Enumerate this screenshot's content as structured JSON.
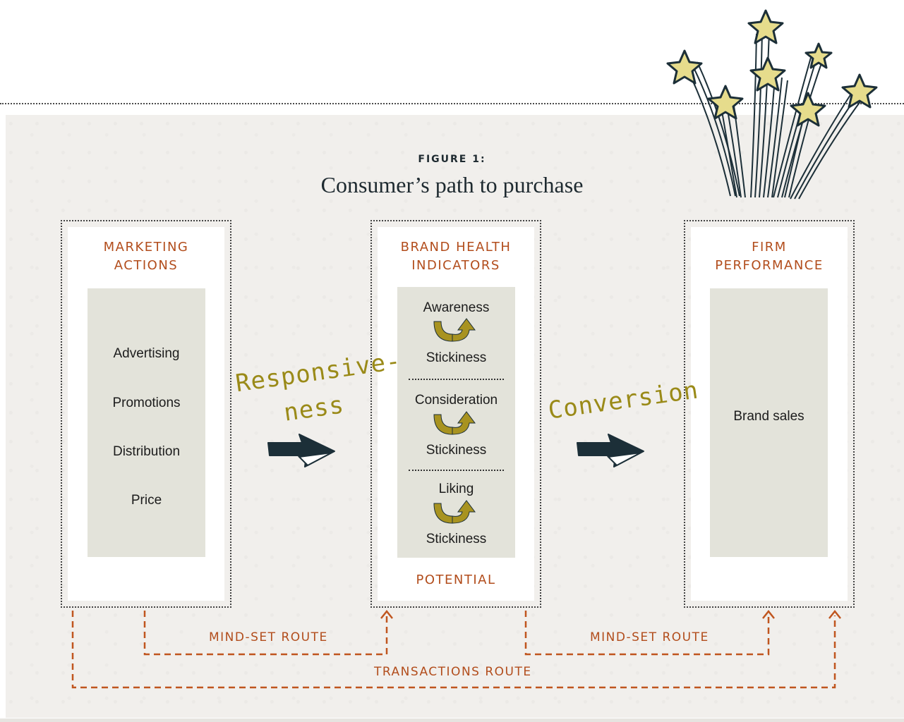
{
  "figure": {
    "label": "FIGURE 1:",
    "title": "Consumer’s path to purchase"
  },
  "cards": {
    "marketing": {
      "title_line1": "MARKETING",
      "title_line2": "ACTIONS",
      "items": [
        "Advertising",
        "Promotions",
        "Distribution",
        "Price"
      ]
    },
    "brand_health": {
      "title_line1": "BRAND HEALTH",
      "title_line2": "INDICATORS",
      "items": [
        "Awareness",
        "Stickiness",
        "Consideration",
        "Stickiness",
        "Liking",
        "Stickiness"
      ],
      "footer": "POTENTIAL"
    },
    "firm": {
      "title_line1": "FIRM",
      "title_line2": "PERFORMANCE",
      "items": [
        "Brand sales"
      ]
    }
  },
  "transitions": {
    "left_line1": "Responsive-",
    "left_line2": "ness",
    "right": "Conversion"
  },
  "routes": {
    "mindset_left": "MIND-SET ROUTE",
    "mindset_right": "MIND-SET ROUTE",
    "transactions": "TRANSACTIONS ROUTE"
  },
  "colors": {
    "accent": "#b24d1c",
    "handwriting": "#9a8a18",
    "arrow_dark": "#1c2f38",
    "panel": "#f1efec",
    "inner_box": "#e3e3da",
    "star_fill": "#e6dc8c"
  },
  "icons": [
    "shooting-stars-icon",
    "right-arrow-icon",
    "curved-up-arrow-icon"
  ]
}
